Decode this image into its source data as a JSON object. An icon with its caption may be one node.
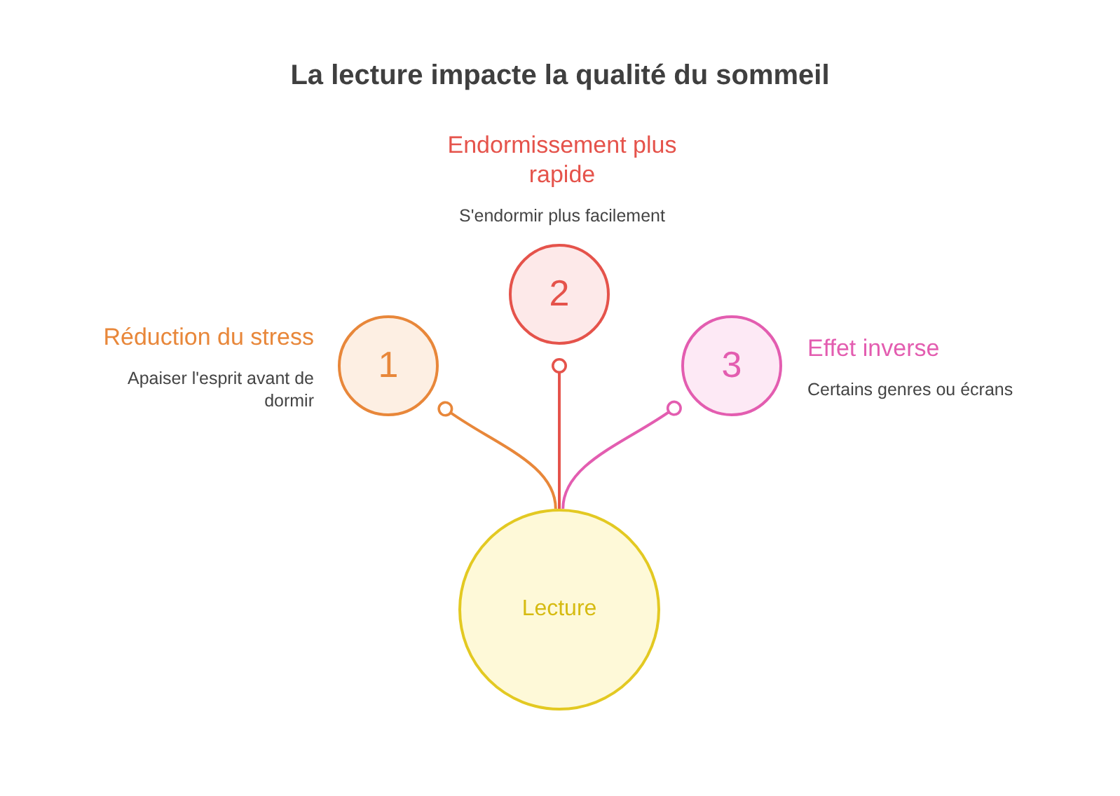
{
  "diagram": {
    "title": "La lecture impacte la qualité du sommeil",
    "nodes": [
      {
        "text": [
          "1"
        ],
        "beside": [
          "Réduction du stress",
          "Apaiser l'esprit avant de dormir"
        ]
      },
      {
        "text": [
          "2"
        ],
        "beside": [
          "Endormissement plus rapide",
          "S'endormir plus facilement"
        ]
      },
      {
        "text": [
          "3"
        ],
        "beside": [
          "Effet inverse",
          "Certains genres ou écrans"
        ]
      },
      {
        "text": [
          "Lecture"
        ]
      }
    ],
    "edges": [
      {
        "from": 3,
        "to": 0,
        "arrow": "other",
        "color": "#e8873a"
      },
      {
        "from": 3,
        "to": 1,
        "arrow": "other",
        "color": "#e5534b"
      },
      {
        "from": 3,
        "to": 2,
        "arrow": "other",
        "color": "#e35db0"
      }
    ]
  }
}
